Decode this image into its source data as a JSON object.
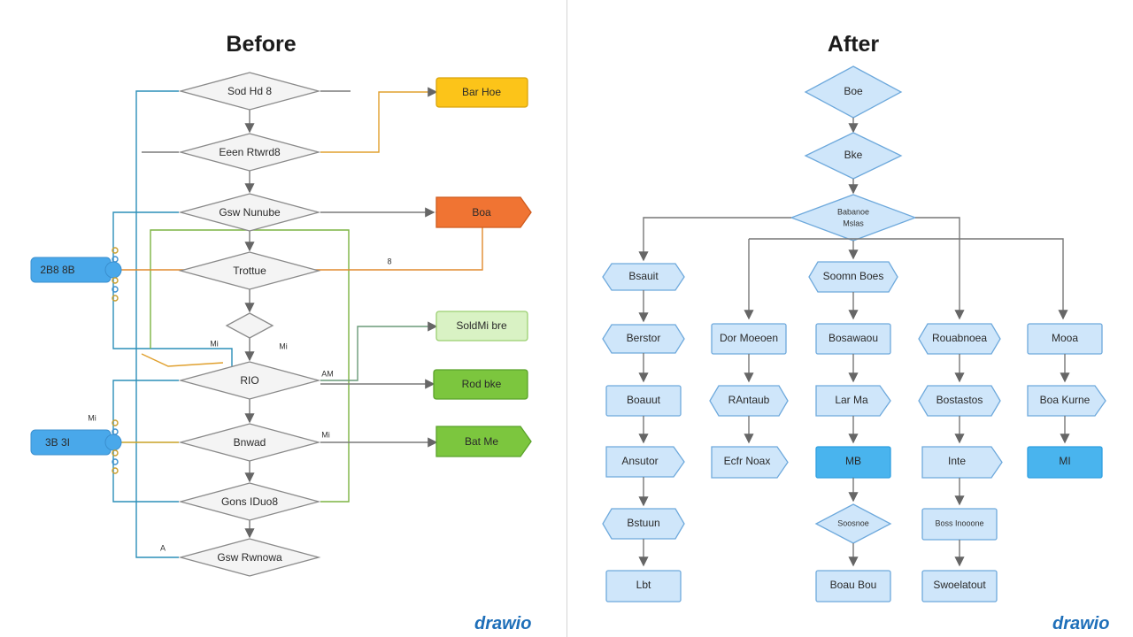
{
  "titles": {
    "before": "Before",
    "after": "After"
  },
  "logo": {
    "left": "drawio",
    "right": "drawio"
  },
  "colors": {
    "gray_node_fill": "#f4f4f4",
    "gray_stroke": "#8a8a8a",
    "blue_node_fill": "#cfe6fa",
    "blue_node_stroke": "#6ea9dc",
    "blue_solid": "#49b4ee",
    "yellow": "#fcc419",
    "orange": "#f07433",
    "light_green": "#d9f2c4",
    "green": "#7cc63e",
    "left_pill": "#49a8ea"
  },
  "before": {
    "decisions": [
      "Sod Hd 8",
      "Eeen Rtwrd8",
      "Gsw Nunube",
      "Trottue",
      "",
      "RIO",
      "Bnwad",
      "Gons IDuo8",
      "Gsw Rwnowa"
    ],
    "side_pills": [
      "2B8 8B",
      "3B 3I"
    ],
    "outputs": [
      "Bar Hoe",
      "Boa",
      "SoldMi bre",
      "Rod bke",
      "Bat Me"
    ],
    "edge_labels": [
      "8",
      "Mi",
      "Mi",
      "AM",
      "Mi",
      "Mi",
      "A"
    ]
  },
  "after": {
    "top": [
      "Boe",
      "Bke"
    ],
    "hub": [
      "Babanoe",
      "Mslas"
    ],
    "col1": [
      "Bsauit",
      "Berstor",
      "Boauut",
      "Ansutor",
      "Bstuun",
      "Lbt"
    ],
    "col2": [
      "Dor Moeoen",
      "RAntaub",
      "Ecfr Noax"
    ],
    "col3": [
      "Soomn Boes",
      "Bosawaou",
      "Lar Ma",
      "MB",
      "Soosnoe",
      "Boau Bou"
    ],
    "col4": [
      "Rouabnoea",
      "Bostastos",
      "Inte",
      "Boss Inooone",
      "Swoelatout"
    ],
    "col5": [
      "Mooa",
      "Boa Kurne",
      "MI"
    ]
  }
}
